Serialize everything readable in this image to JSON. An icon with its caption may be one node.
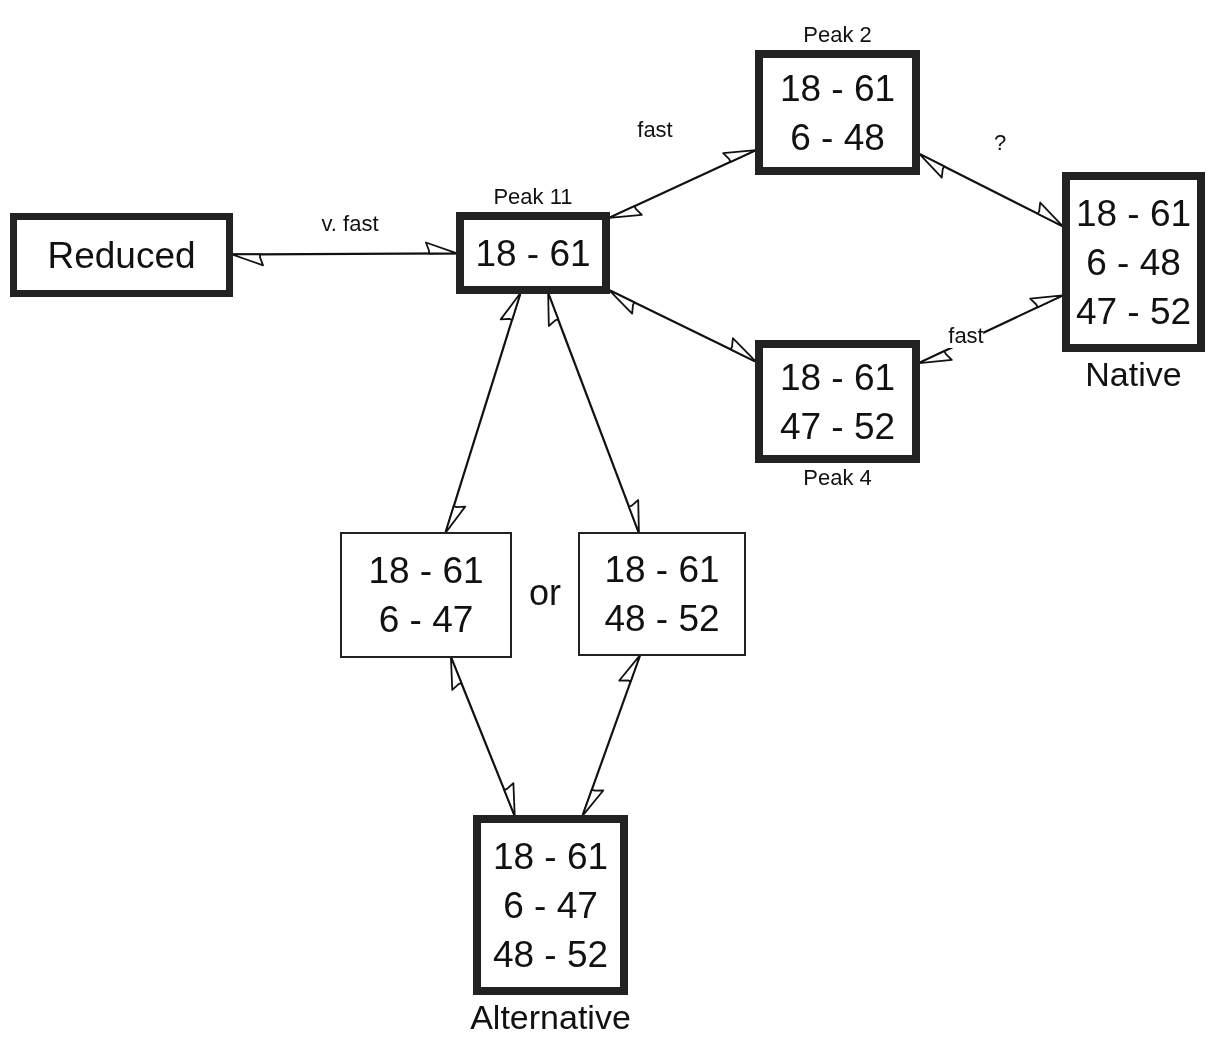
{
  "diagram": {
    "nodes": [
      {
        "text": [
          "Reduced"
        ]
      },
      {
        "text": [
          "Peak 11",
          "18 - 61"
        ]
      },
      {
        "text": [
          "Peak 2",
          "18 - 61",
          "6 - 48"
        ]
      },
      {
        "text": [
          "18 - 61",
          "47 - 52",
          "Peak 4"
        ]
      },
      {
        "text": [
          "18 - 61",
          "6 - 48",
          "47 - 52",
          "Native"
        ]
      },
      {
        "text": [
          "18 - 61",
          "6 - 47"
        ]
      },
      {
        "text": [
          "18 - 61",
          "48 - 52"
        ]
      },
      {
        "text": [
          "18 - 61",
          "6 - 47",
          "48 - 52",
          "Alternative"
        ]
      }
    ],
    "edges": [
      {
        "from": 0,
        "to": 1,
        "arrow": "both",
        "label": "v. fast"
      },
      {
        "from": 1,
        "to": 2,
        "arrow": "both",
        "label": "fast"
      },
      {
        "from": 2,
        "to": 4,
        "arrow": "both",
        "label": "?"
      },
      {
        "from": 1,
        "to": 3,
        "arrow": "both"
      },
      {
        "from": 3,
        "to": 4,
        "arrow": "both",
        "label": "fast"
      },
      {
        "from": 1,
        "to": 5,
        "arrow": "both"
      },
      {
        "from": 1,
        "to": 6,
        "arrow": "both"
      },
      {
        "from": 5,
        "to": 7,
        "arrow": "both"
      },
      {
        "from": 6,
        "to": 7,
        "arrow": "both"
      }
    ],
    "labels": [
      "or"
    ]
  }
}
